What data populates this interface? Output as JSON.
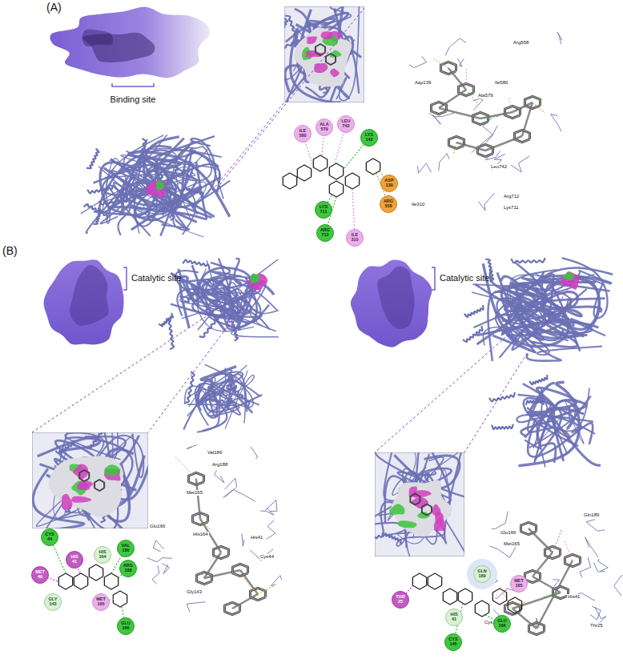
{
  "diagram": {
    "nodes": [
      {
        "text": [
          "ILE 580"
        ]
      },
      {
        "text": [
          "ALA 579"
        ]
      },
      {
        "text": [
          "LEU 742"
        ]
      },
      {
        "text": [
          "LYS 142"
        ]
      },
      {
        "text": [
          "ASP 139"
        ]
      },
      {
        "text": [
          "ARG 558"
        ]
      },
      {
        "text": [
          "LYS 711"
        ]
      },
      {
        "text": [
          "ARG 712"
        ]
      },
      {
        "text": [
          "ILE 310"
        ]
      },
      {
        "text": [
          "CYS 44"
        ]
      },
      {
        "text": [
          "HIS 41"
        ]
      },
      {
        "text": [
          "MET 49"
        ]
      },
      {
        "text": [
          "HIS 164"
        ]
      },
      {
        "text": [
          "VAL 186"
        ]
      },
      {
        "text": [
          "ARG 188"
        ]
      },
      {
        "text": [
          "GLY 143"
        ]
      },
      {
        "text": [
          "MET 165"
        ]
      },
      {
        "text": [
          "GLU 166"
        ]
      },
      {
        "text": [
          "GLN 189"
        ]
      },
      {
        "text": [
          "MET 165"
        ]
      },
      {
        "text": [
          "THR 25"
        ]
      },
      {
        "text": [
          "HIS 41"
        ]
      },
      {
        "text": [
          "GLU 166"
        ]
      },
      {
        "text": [
          "CYS 145"
        ]
      }
    ],
    "labels": [
      "(A)",
      "Binding site",
      "Arg558",
      "Asp139",
      "Ile580",
      "Ala579",
      "Leu742",
      "Ile310",
      "Arg712",
      "Lys711",
      "(B)",
      "Catalytic site",
      "Val186",
      "Arg188",
      "Glu166",
      "Met165",
      "His164",
      "His41",
      "Cys44",
      "Gly143",
      "Catalytic site",
      "Gln189",
      "Glu166",
      "Met165",
      "His41",
      "Cys145",
      "Thr25"
    ]
  }
}
